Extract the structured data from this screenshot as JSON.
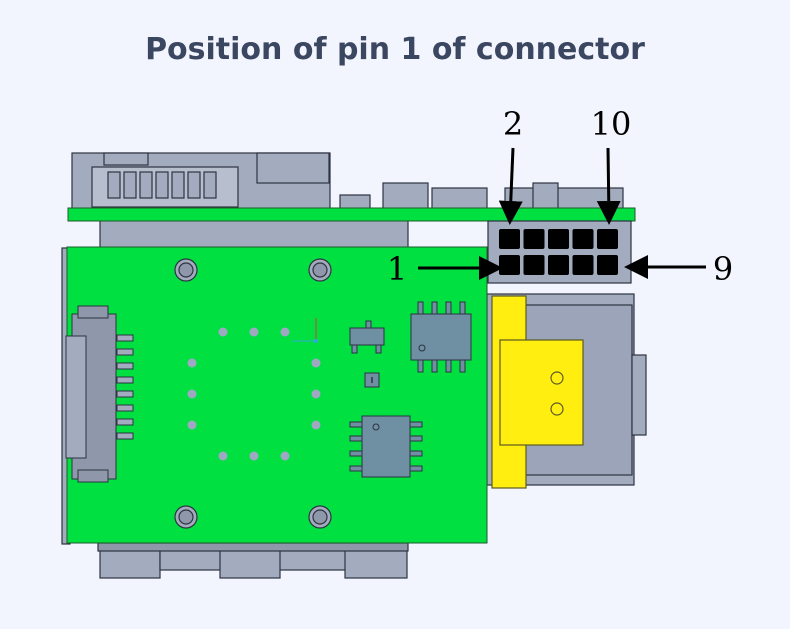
{
  "title": "Position of pin 1 of connector",
  "pin_labels": {
    "pin_1": "1",
    "pin_2": "2",
    "pin_9": "9",
    "pin_10": "10"
  },
  "colors": {
    "background": "#f2f5fd",
    "title": "#3b4660",
    "pcb": "#00e040",
    "housing": "#a3acbf",
    "housing_edge": "#2d3340",
    "connector_pin": "#000000",
    "yellow_part": "#ffee10",
    "chip": "#6f8fa3",
    "arrow": "#000000"
  },
  "connector": {
    "rows": 2,
    "columns": 5
  }
}
